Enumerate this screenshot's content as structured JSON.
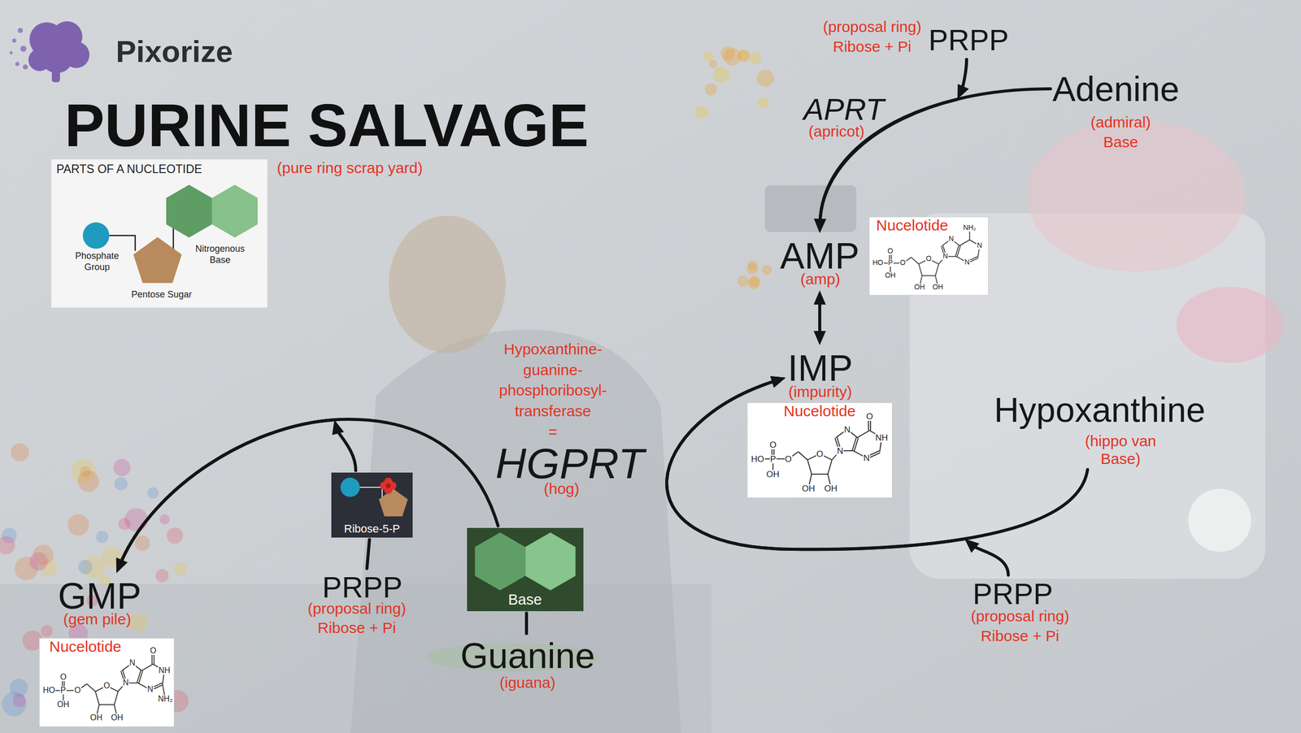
{
  "diagram": {
    "title": "PURINE SALVAGE",
    "nodes": [
      {
        "text": [
          "PRPP",
          "(proposal ring)",
          "Ribose + Pi"
        ]
      },
      {
        "text": [
          "Adenine",
          "(admiral)",
          "Base"
        ]
      },
      {
        "text": [
          "PARTS OF A NUCLEOTIDE",
          "Phosphate Group",
          "Nitrogenous Base",
          "Pentose Sugar"
        ]
      },
      {
        "text": [
          "AMP",
          "(amp)"
        ]
      },
      {
        "text": [
          "Nucelotide",
          "HO",
          "P",
          "O",
          "OH",
          "O",
          "O",
          "OH",
          "OH",
          "N",
          "N",
          "N",
          "N",
          "NH₂"
        ]
      },
      {
        "text": [
          "IMP",
          "(impurity)"
        ]
      },
      {
        "text": [
          "Nucelotide",
          "HO",
          "P",
          "O",
          "OH",
          "O",
          "O",
          "OH",
          "OH",
          "N",
          "N",
          "N",
          "NH",
          "O"
        ]
      },
      {
        "text": [
          "Hypoxanthine",
          "(hippo van Base)"
        ]
      },
      {
        "text": [
          "Ribose-5-P"
        ]
      },
      {
        "text": [
          "Base"
        ]
      },
      {
        "text": [
          "PRPP",
          "(proposal ring)",
          "Ribose + Pi"
        ]
      },
      {
        "text": [
          "PRPP",
          "(proposal ring)",
          "Ribose + Pi"
        ]
      },
      {
        "text": [
          "GMP",
          "(gem pile)"
        ]
      },
      {
        "text": [
          "Guanine",
          "(iguana)"
        ]
      },
      {
        "text": [
          "Nucelotide",
          "HO",
          "P",
          "O",
          "OH",
          "O",
          "O",
          "OH",
          "OH",
          "N",
          "N",
          "N",
          "NH",
          "O",
          "NH₂"
        ]
      }
    ],
    "edges": [
      {
        "from": 1,
        "to": 3,
        "label": "APRT",
        "arrow": "to"
      },
      {
        "from": 0,
        "to": 3,
        "arrow": "to"
      },
      {
        "from": 3,
        "to": 5,
        "arrow": "both"
      },
      {
        "from": 7,
        "to": 5,
        "arrow": "to"
      },
      {
        "from": 11,
        "to": 5,
        "arrow": "to"
      },
      {
        "from": 13,
        "to": 9,
        "arrow": "none"
      },
      {
        "from": 9,
        "to": 12,
        "arrow": "to"
      },
      {
        "from": 10,
        "to": 8,
        "arrow": "none"
      },
      {
        "from": 8,
        "to": 12,
        "arrow": "to"
      }
    ],
    "labels": [
      "Pixorize",
      "(pure ring scrap yard)",
      "(apricot)",
      "Hypoxanthine- guanine- phosphoribosyl- transferase",
      "=",
      "HGPRT",
      "(hog)"
    ]
  }
}
